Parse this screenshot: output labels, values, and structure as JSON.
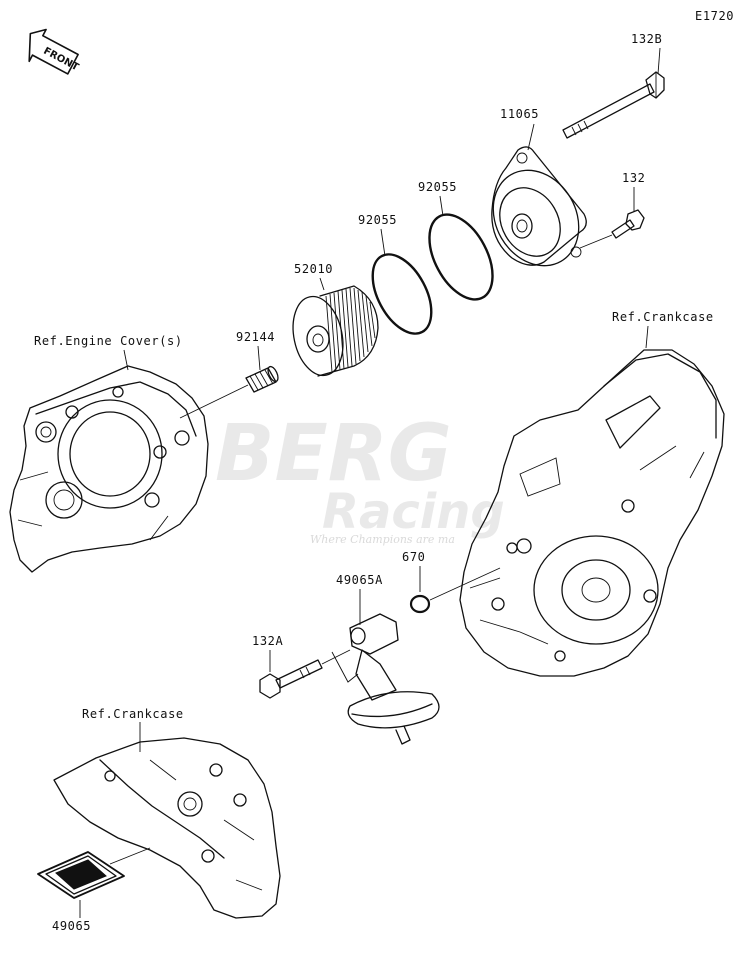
{
  "diagram_code": "E1720",
  "front_label": "FRONT",
  "watermark": {
    "line1": "BERG",
    "line2": "Racing",
    "tagline": "Where Champions are ma"
  },
  "callouts": {
    "p132B": "132B",
    "p11065": "11065",
    "p92055a": "92055",
    "p92055b": "92055",
    "p132": "132",
    "p52010": "52010",
    "p92144": "92144",
    "p670": "670",
    "p49065A": "49065A",
    "p132A": "132A",
    "p49065": "49065"
  },
  "refs": {
    "engine_cover": "Ref.Engine Cover(s)",
    "crankcase_right": "Ref.Crankcase",
    "crankcase_lower": "Ref.Crankcase"
  }
}
